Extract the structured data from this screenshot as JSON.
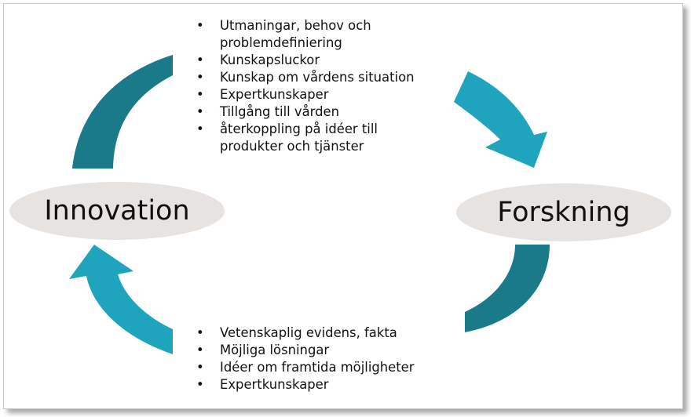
{
  "nodes": {
    "innovation": "Innovation",
    "forskning": "Forskning"
  },
  "top_list": [
    "Utmaningar, behov och problemdefiniering",
    "Kunskapsluckor",
    "Kunskap om vårdens situation",
    "Expertkunskaper",
    "Tillgång till vården",
    "återkoppling på idéer till produkter och tjänster"
  ],
  "bottom_list": [
    "Vetenskaplig evidens, fakta",
    "Möjliga lösningar",
    "Idéer om framtida möjligheter",
    "Expertkunskaper"
  ],
  "colors": {
    "arrow_dark": "#1a7a8a",
    "arrow_light": "#1ea5bd",
    "ellipse": "#e6e3e1"
  }
}
